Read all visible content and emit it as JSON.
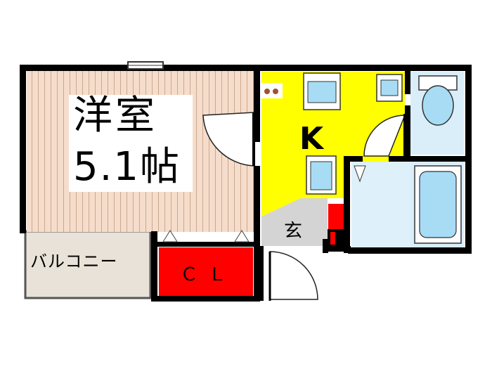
{
  "rooms": {
    "western": {
      "name": "洋室",
      "size": "5.1帖"
    },
    "kitchen": {
      "label": "K"
    },
    "entrance": {
      "label": "玄"
    },
    "closet": {
      "label": "ＣＬ"
    },
    "balcony": {
      "label": "バルコニー"
    }
  },
  "colors": {
    "wall": "#000000",
    "wood_floor": "#f6ddcb",
    "wood_stripe": "#c9a891",
    "kitchen": "#ffff00",
    "closet": "#ff0000",
    "bathroom": "#daeefa",
    "fixture": "#a8dcf5",
    "entrance": "#d4d4d4",
    "balcony": "#e8e2d8"
  }
}
